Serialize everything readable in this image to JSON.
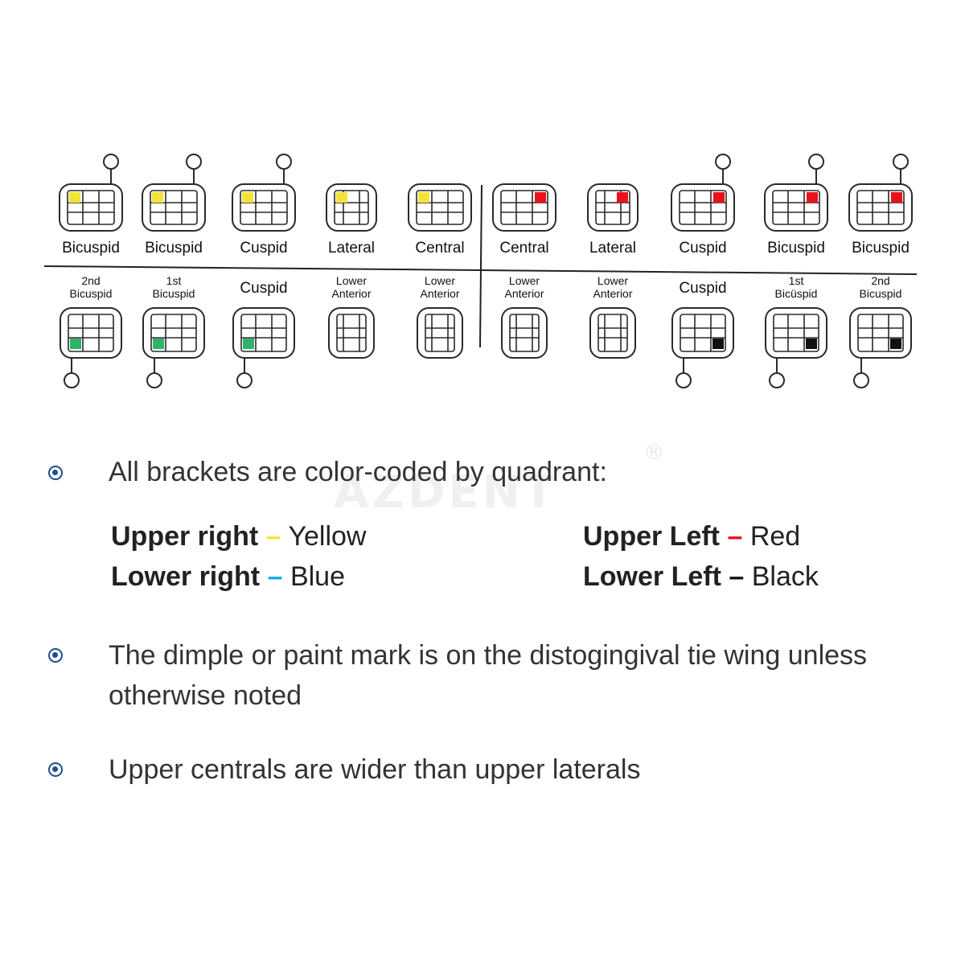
{
  "upper_row": [
    {
      "label": "Bicuspid",
      "mark": "yellow",
      "hook": true
    },
    {
      "label": "Bicuspid",
      "mark": "yellow",
      "hook": true
    },
    {
      "label": "Cuspid",
      "mark": "yellow",
      "hook": true
    },
    {
      "label": "Lateral",
      "mark": "yellow",
      "hook": false
    },
    {
      "label": "Central",
      "mark": "yellow",
      "hook": false
    },
    {
      "label": "Central",
      "mark": "red",
      "hook": false
    },
    {
      "label": "Lateral",
      "mark": "red",
      "hook": false
    },
    {
      "label": "Cuspid",
      "mark": "red",
      "hook": true
    },
    {
      "label": "Bicuspid",
      "mark": "red",
      "hook": true
    },
    {
      "label": "Bicuspid",
      "mark": "red",
      "hook": true
    }
  ],
  "lower_row": [
    {
      "label": [
        "2nd",
        "Bicuspid"
      ],
      "mark": "green",
      "hook": true
    },
    {
      "label": [
        "1st",
        "Bicuspid"
      ],
      "mark": "green",
      "hook": true
    },
    {
      "label": [
        "Cuspid"
      ],
      "mark": "green",
      "hook": true
    },
    {
      "label": [
        "Lower",
        "Anterior"
      ],
      "mark": "none",
      "hook": false
    },
    {
      "label": [
        "Lower",
        "Anterior"
      ],
      "mark": "none",
      "hook": false
    },
    {
      "label": [
        "Lower",
        "Anterior"
      ],
      "mark": "none",
      "hook": false
    },
    {
      "label": [
        "Lower",
        "Anterior"
      ],
      "mark": "none",
      "hook": false
    },
    {
      "label": [
        "Cuspid"
      ],
      "mark": "black",
      "hook": true
    },
    {
      "label": [
        "1st",
        "Bicüspid"
      ],
      "mark": "black",
      "hook": true
    },
    {
      "label": [
        "2nd",
        "Bicuspid"
      ],
      "mark": "black",
      "hook": true
    }
  ],
  "colors": {
    "yellow": "#f2e33a",
    "red": "#e8121c",
    "green": "#2fb36b",
    "black": "#111111",
    "blue": "#1aa8e0",
    "bullet": "#1f4e8c"
  },
  "bullets": [
    "All brackets are color-coded by quadrant:",
    "The dimple or paint mark is on the distogingival tie wing unless otherwise noted",
    "Upper centrals are wider than upper laterals"
  ],
  "legend": {
    "upper_right": {
      "label": "Upper right",
      "dash": "–",
      "color_name": "Yellow"
    },
    "lower_right": {
      "label": "Lower right",
      "dash": "–",
      "color_name": "Blue"
    },
    "upper_left": {
      "label": "Upper Left",
      "dash": "–",
      "color_name": "Red"
    },
    "lower_left": {
      "label": "Lower Left",
      "dash": "–",
      "color_name": "Black"
    }
  },
  "watermark": {
    "text": "AZDENT",
    "registered": "®"
  }
}
